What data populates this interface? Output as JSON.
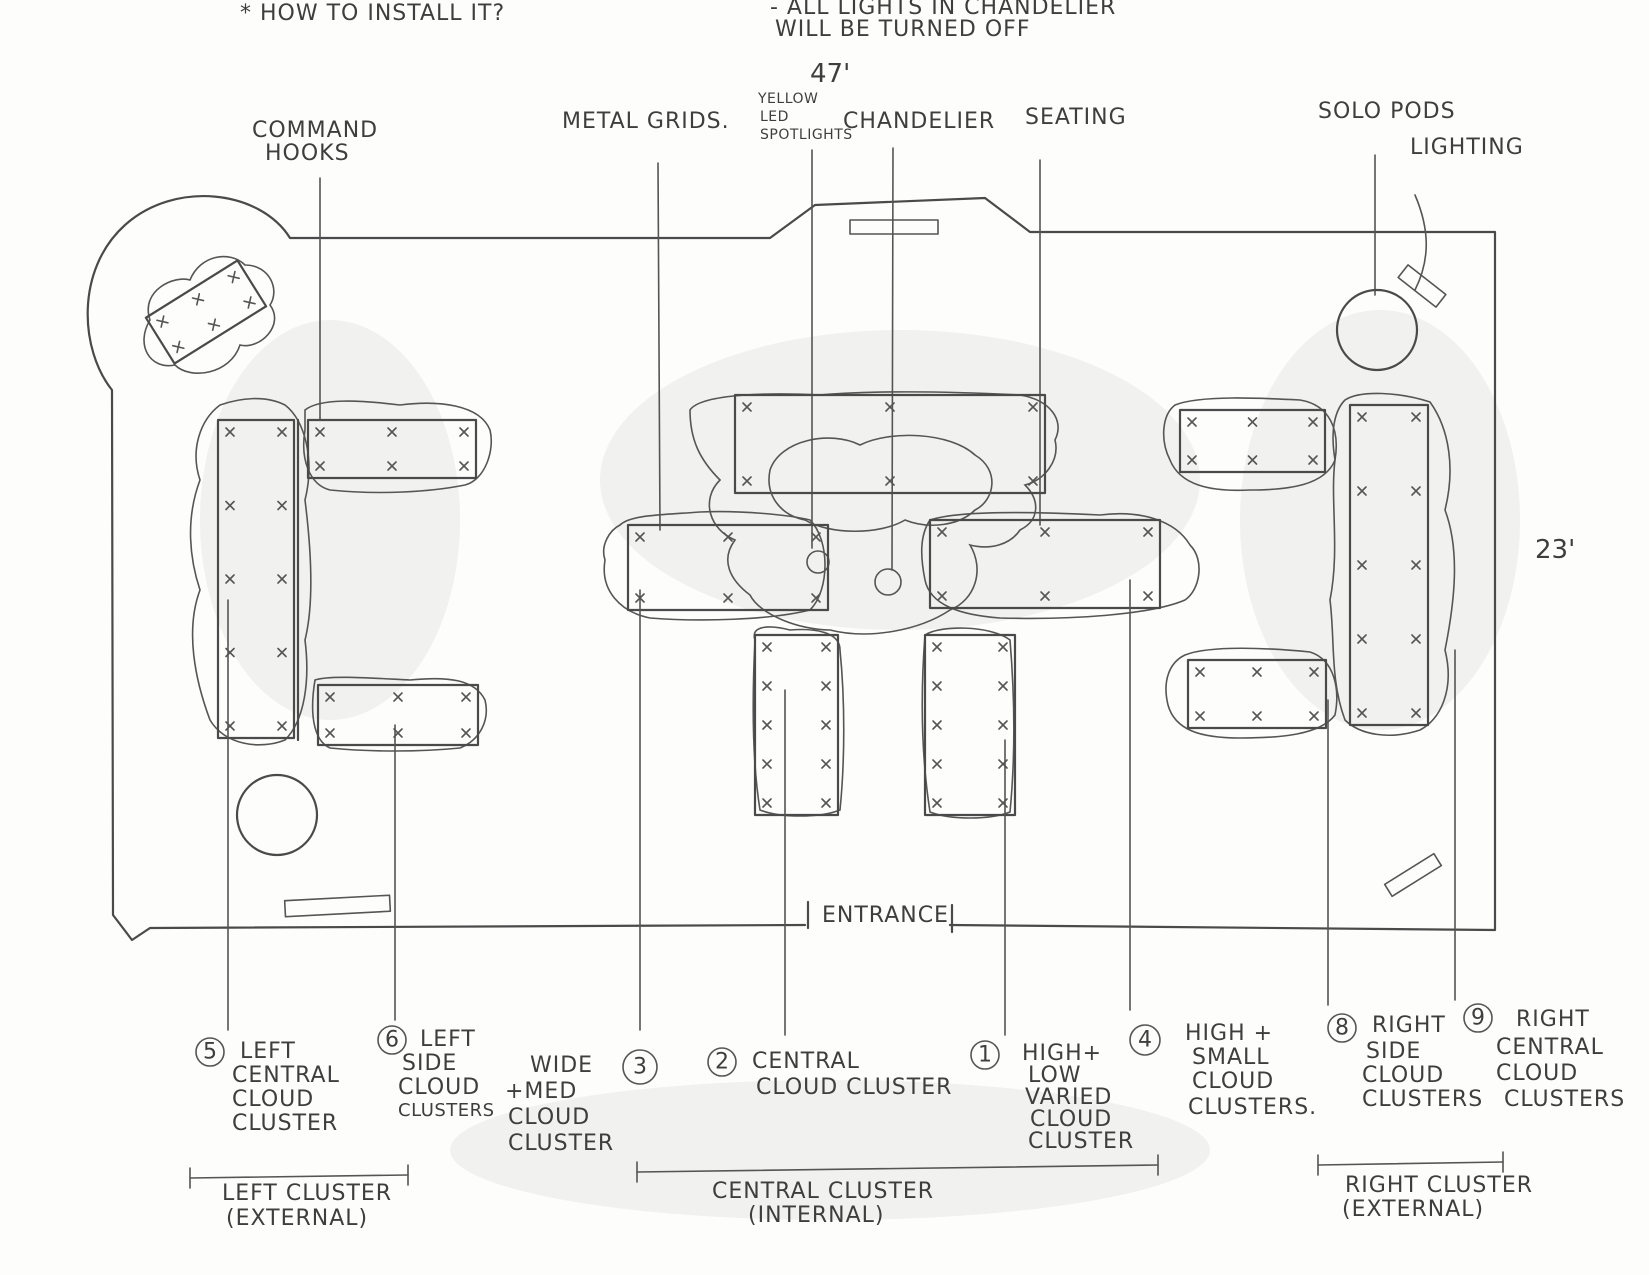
{
  "notes": {
    "install": "* HOW TO INSTALL IT?",
    "lights_line1": "- ALL LIGHTS IN CHANDELIER",
    "lights_line2": "WILL BE TURNED OFF"
  },
  "dimensions": {
    "width": "47'",
    "height": "23'"
  },
  "top_labels": {
    "command_hooks_1": "COMMAND",
    "command_hooks_2": "HOOKS",
    "metal_grids": "METAL GRIDS.",
    "yellow_1": "YELLOW",
    "yellow_2": "LED",
    "yellow_3": "SPOTLIGHTS",
    "chandelier": "CHANDELIER",
    "seating": "SEATING",
    "solo_pods": "SOLO PODS",
    "lighting": "LIGHTING"
  },
  "entrance": "ENTRANCE",
  "legend": {
    "item5": {
      "num": "5",
      "lines": [
        "LEFT",
        "CENTRAL",
        "CLOUD",
        "CLUSTER"
      ]
    },
    "item6": {
      "num": "6",
      "lines": [
        "LEFT",
        "SIDE",
        "CLOUD",
        "CLUSTERS"
      ]
    },
    "item3": {
      "num": "3",
      "lines": [
        "WIDE",
        "+MED",
        "CLOUD",
        "CLUSTER"
      ]
    },
    "item2": {
      "num": "2",
      "lines": [
        "CENTRAL",
        "CLOUD CLUSTER"
      ]
    },
    "item1": {
      "num": "1",
      "lines": [
        "HIGH+",
        "LOW",
        "VARIED",
        "CLOUD",
        "CLUSTER"
      ]
    },
    "item4": {
      "num": "4",
      "lines": [
        "HIGH +",
        "SMALL",
        "CLOUD",
        "CLUSTERS."
      ]
    },
    "item8": {
      "num": "8",
      "lines": [
        "RIGHT",
        "SIDE",
        "CLOUD",
        "CLUSTERS"
      ]
    },
    "item9": {
      "num": "9",
      "lines": [
        "RIGHT",
        "CENTRAL",
        "CLOUD",
        "CLUSTERS"
      ]
    }
  },
  "groups": {
    "left_1": "LEFT CLUSTER",
    "left_2": "(EXTERNAL)",
    "central_1": "CENTRAL   CLUSTER",
    "central_2": "(INTERNAL)",
    "right_1": "RIGHT CLUSTER",
    "right_2": "(EXTERNAL)"
  }
}
